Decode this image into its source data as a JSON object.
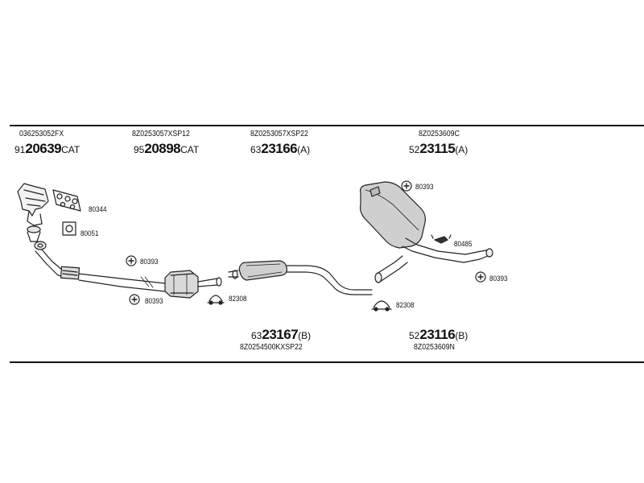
{
  "top_row": [
    {
      "code": "036253052FX",
      "prefix": "91",
      "number": "20639",
      "suffix": "CAT"
    },
    {
      "code": "8Z0253057XSP12",
      "prefix": "95",
      "number": "20898",
      "suffix": "CAT"
    },
    {
      "code": "8Z0253057XSP22",
      "prefix": "63",
      "number": "23166",
      "suffix": "(A)"
    },
    {
      "code": "8Z0253609C",
      "prefix": "52",
      "number": "23115",
      "suffix": "(A)"
    }
  ],
  "bottom_row": [
    {
      "code": "8Z0254500KXSP22",
      "prefix": "63",
      "number": "23167",
      "suffix": "(B)"
    },
    {
      "code": "8Z0253609N",
      "prefix": "52",
      "number": "23116",
      "suffix": "(B)"
    }
  ],
  "callouts": {
    "gasket_1": "80344",
    "gasket_2": "80051",
    "ring_cat_top": "80393",
    "ring_cat_bottom": "80393",
    "clamp_mid": "82308",
    "ring_muffler": "80393",
    "hanger": "80485",
    "ring_tail": "80393",
    "clamp_rear": "82308"
  }
}
